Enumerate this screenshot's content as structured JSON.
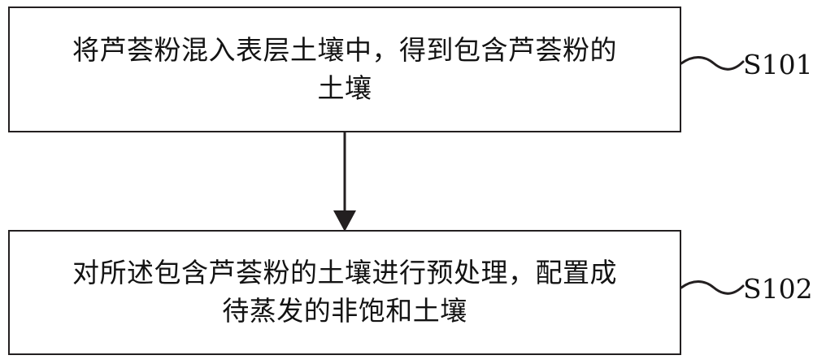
{
  "diagram": {
    "type": "flowchart",
    "orientation": "vertical",
    "background_color": "#ffffff",
    "line_color": "#231f20",
    "text_color": "#131313",
    "steps": [
      {
        "id": "S101",
        "label": "S101",
        "text": "将芦荟粉混入表层土壤中，得到包含芦荟粉的\n土壤",
        "line1": "将芦荟粉混入表层土壤中，得到包含芦荟粉的",
        "line2": "土壤"
      },
      {
        "id": "S102",
        "label": "S102",
        "text": "对所述包含芦荟粉的土壤进行预处理，配置成\n待蒸发的非饱和土壤",
        "line1": "对所述包含芦荟粉的土壤进行预处理，配置成",
        "line2": "待蒸发的非饱和土壤"
      }
    ],
    "connectors": [
      {
        "from": "S101",
        "to": "S102",
        "style": "solid-line-with-arrowhead",
        "direction": "down"
      }
    ],
    "leader_lines": [
      {
        "for": "S101",
        "style": "wavy"
      },
      {
        "for": "S102",
        "style": "wavy"
      }
    ]
  }
}
